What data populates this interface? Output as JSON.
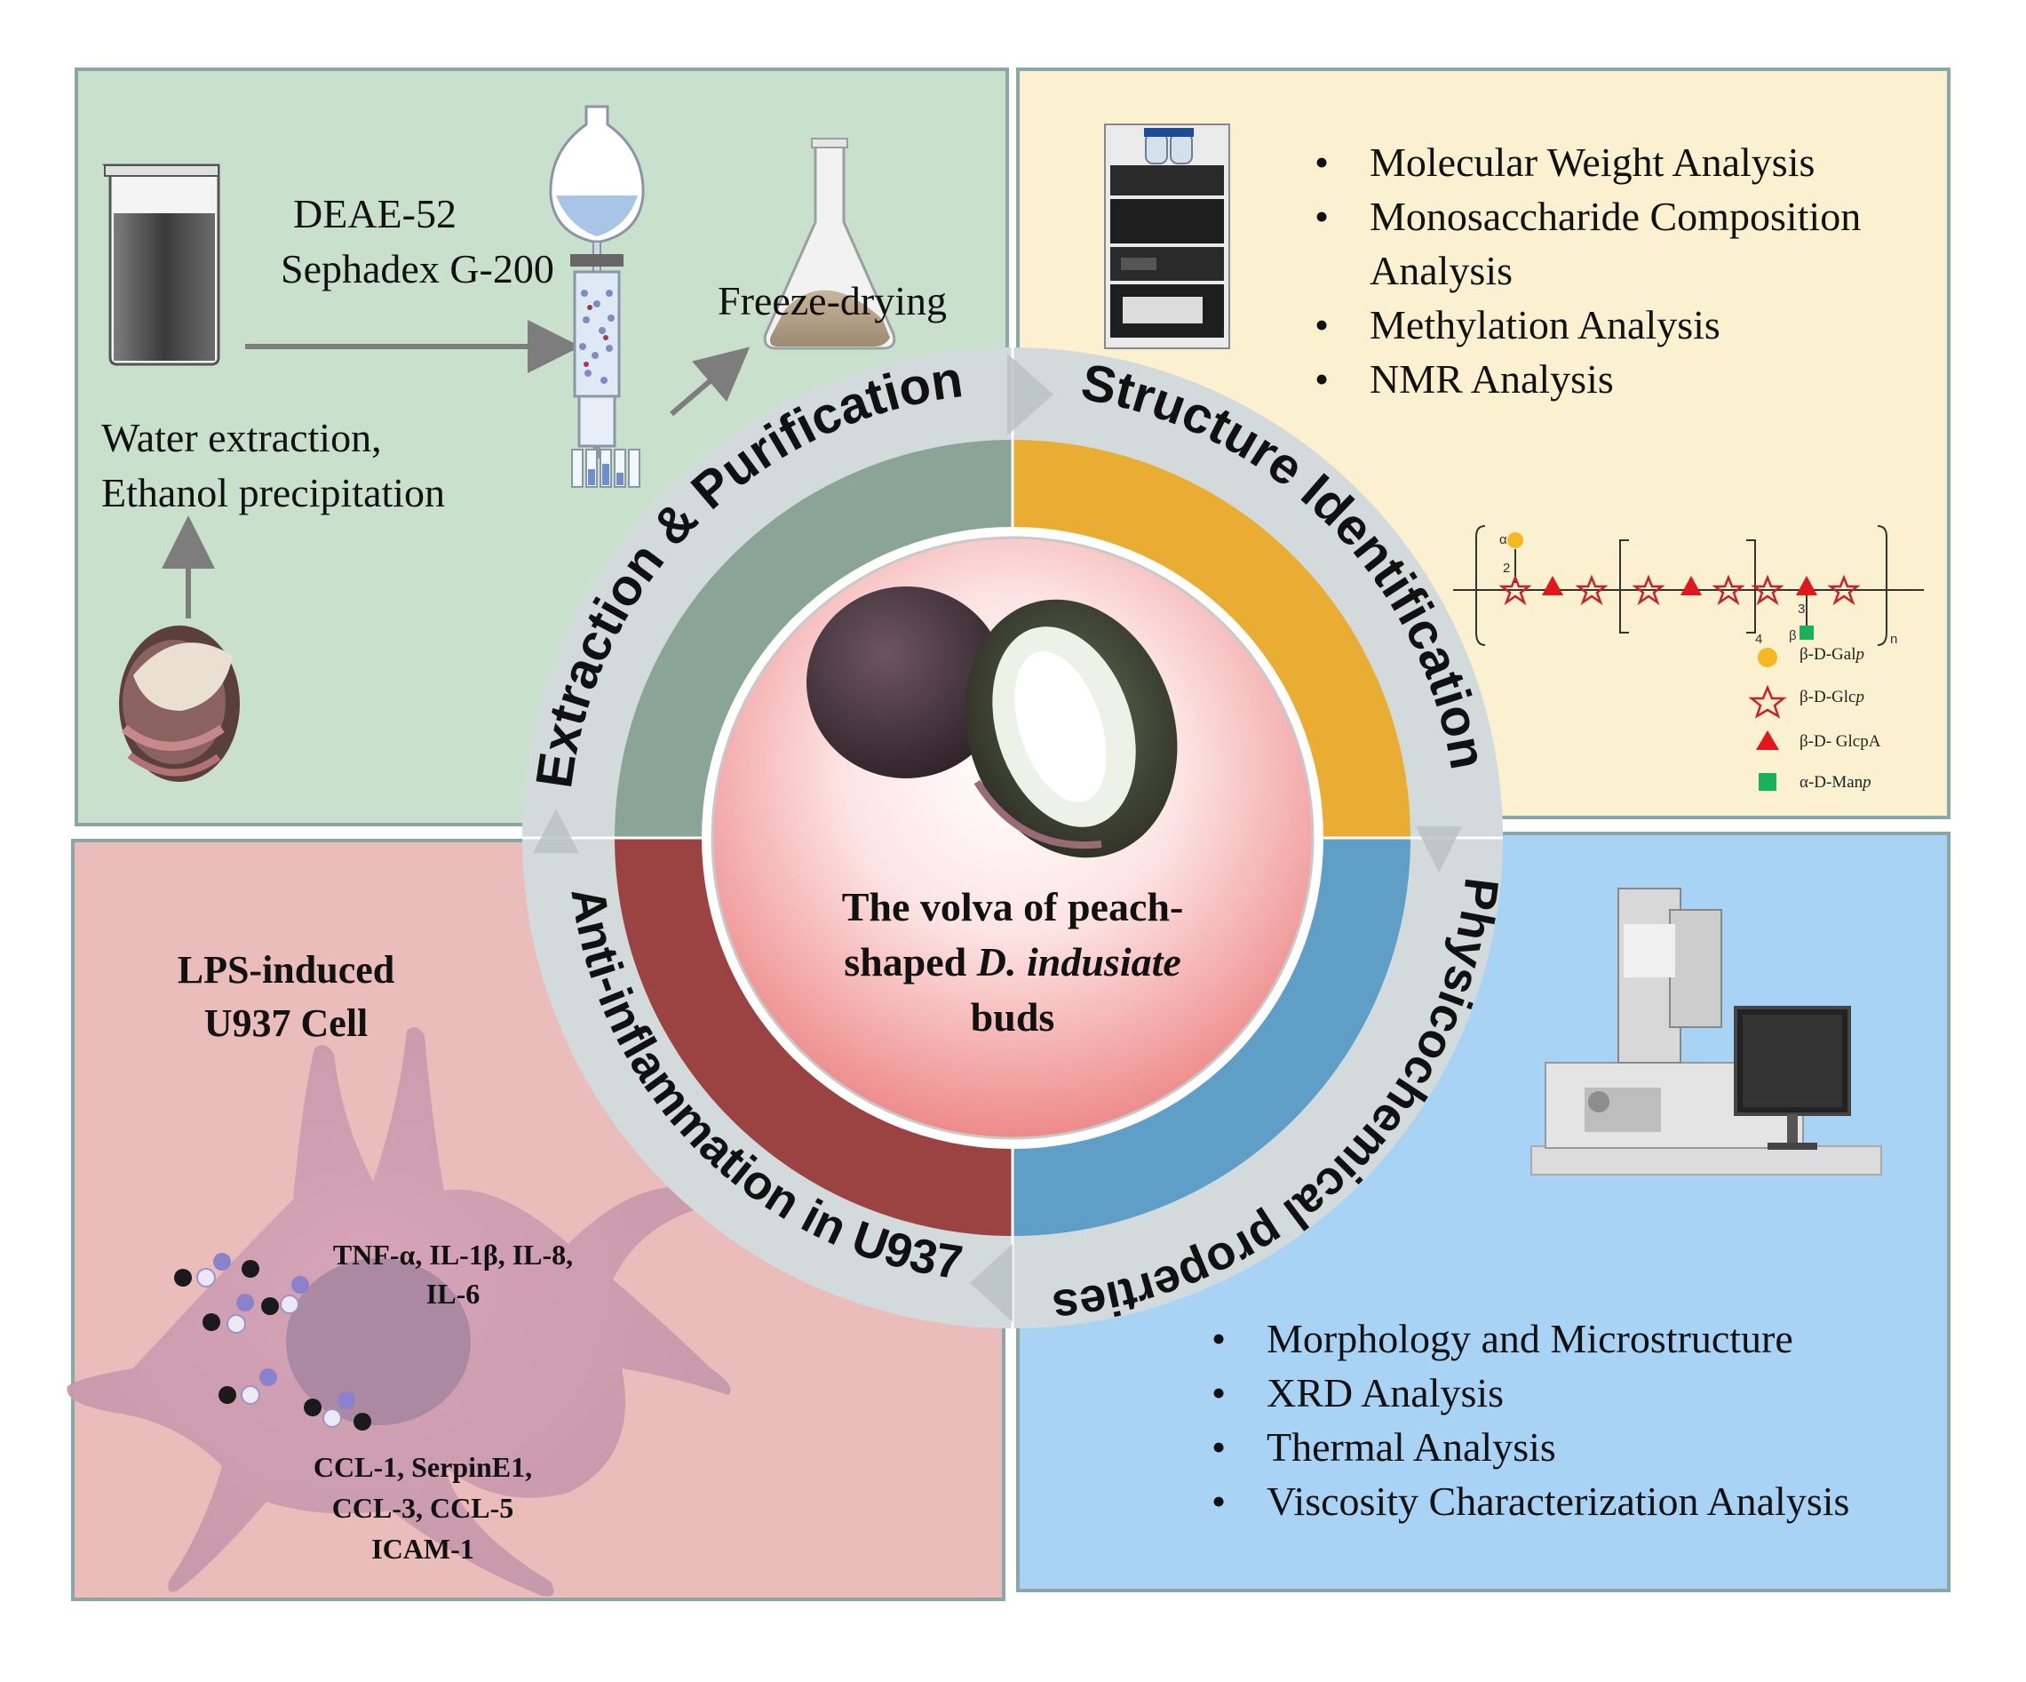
{
  "ring_labels": {
    "top_left": "Extraction & Purification",
    "top_right": "Structure Identification",
    "bottom_right": "Physicochemical properties",
    "bottom_left": "Anti-inflammation in U937"
  },
  "center": {
    "line1": "The volva of peach-",
    "line2_prefix": "shaped ",
    "line2_italic": "D. indusiate",
    "line3": "buds"
  },
  "extraction": {
    "column_line1": "DEAE-52",
    "column_line2": "Sephadex G-200",
    "freeze": "Freeze-drying",
    "water_line1": "Water extraction,",
    "water_line2": "Ethanol precipitation"
  },
  "structure": {
    "items": [
      "Molecular Weight Analysis",
      "Monosaccharide Composition",
      "Analysis",
      "Methylation Analysis",
      "NMR Analysis"
    ],
    "legend": [
      {
        "label": "β-D-Gal",
        "italic": "p",
        "symbol": "circle",
        "color": "#f6b820"
      },
      {
        "label": "β-D-Glc",
        "italic": "p",
        "symbol": "star",
        "color": "#c9202a"
      },
      {
        "label": "β-D- GlcpA",
        "italic": "",
        "symbol": "triangle",
        "color": "#e3161b"
      },
      {
        "label": "α-D-Man",
        "italic": "p",
        "symbol": "square",
        "color": "#19b25a"
      }
    ],
    "chain": {
      "alpha": "α",
      "branch_link": "2",
      "repeat_count": "4",
      "n": "n",
      "branch_beta": "β",
      "branch3": "3"
    }
  },
  "physico": {
    "items": [
      "Morphology and Microstructure",
      "XRD Analysis",
      "Thermal Analysis",
      "Viscosity Characterization Analysis"
    ]
  },
  "anti": {
    "title_line1": "LPS-induced",
    "title_line2": "U937 Cell",
    "cytokines_line1": "TNF-α, IL-1β, IL-8,",
    "cytokines_line2": "IL-6",
    "chemokines_line1": "CCL-1, SerpinE1,",
    "chemokines_line2": "CCL-3, CCL-5",
    "chemokines_line3": "ICAM-1"
  },
  "colors": {
    "green_panel": "#c9e0cc",
    "yellow_panel": "#fbf0d0",
    "pink_panel": "#eabcba",
    "blue_panel": "#a9d3f5",
    "panel_border": "#8aa6a6",
    "ring_outer": "#d3dadb",
    "quad_green": "#8aa496",
    "quad_orange": "#eaad33",
    "quad_blue": "#5f9fc7",
    "quad_red": "#9b4342"
  }
}
